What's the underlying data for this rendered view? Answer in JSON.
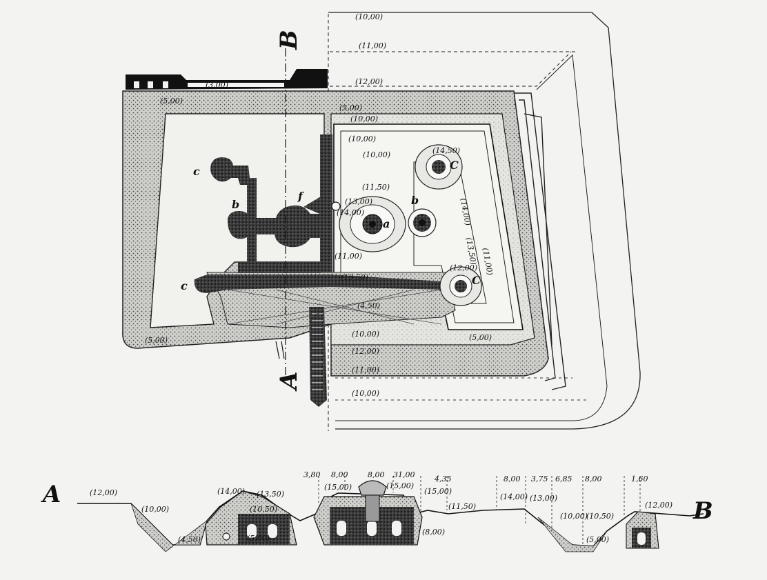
{
  "plan": {
    "section_marks": {
      "a": "A",
      "b": "B"
    },
    "room_letters": {
      "c": "c",
      "b": "b",
      "f": "f",
      "a": "a",
      "C": "C"
    },
    "elevations": [
      "(10,00)",
      "(11,00)",
      "(12,00)",
      "(3,00)",
      "(5,00)",
      "(5,00)",
      "(10,00)",
      "(10,00)",
      "(14,50)",
      "(10,00)",
      "(11,50)",
      "(13,00)",
      "(14,00)",
      "(14,00)",
      "(13,50)",
      "(11,00)",
      "(11,00)",
      "(13,50)",
      "(12,00)",
      "(4,50)",
      "(5,00)",
      "(10,00)",
      "(12,00)",
      "(11,00)",
      "(10,00)",
      "(5,00)"
    ]
  },
  "section": {
    "marks": {
      "left": "A",
      "right": "B"
    },
    "dimensions": [
      "3,80",
      "8,00",
      "8,00",
      "31,00",
      "4,35",
      "8,00",
      "3,75",
      "6,85",
      "8,00",
      "1,60"
    ],
    "elevations": [
      "(12,00)",
      "(10,00)",
      "(4,50)",
      "(14,00)",
      "(13,50)",
      "(10,50)",
      "(5,00)",
      "(15,00)",
      "(15,00)",
      "(15,00)",
      "(11,50)",
      "(14,00)",
      "(13,00)",
      "(10,00)",
      "(10,50)",
      "(8,00)",
      "(5,00)",
      "(12,00)"
    ]
  }
}
